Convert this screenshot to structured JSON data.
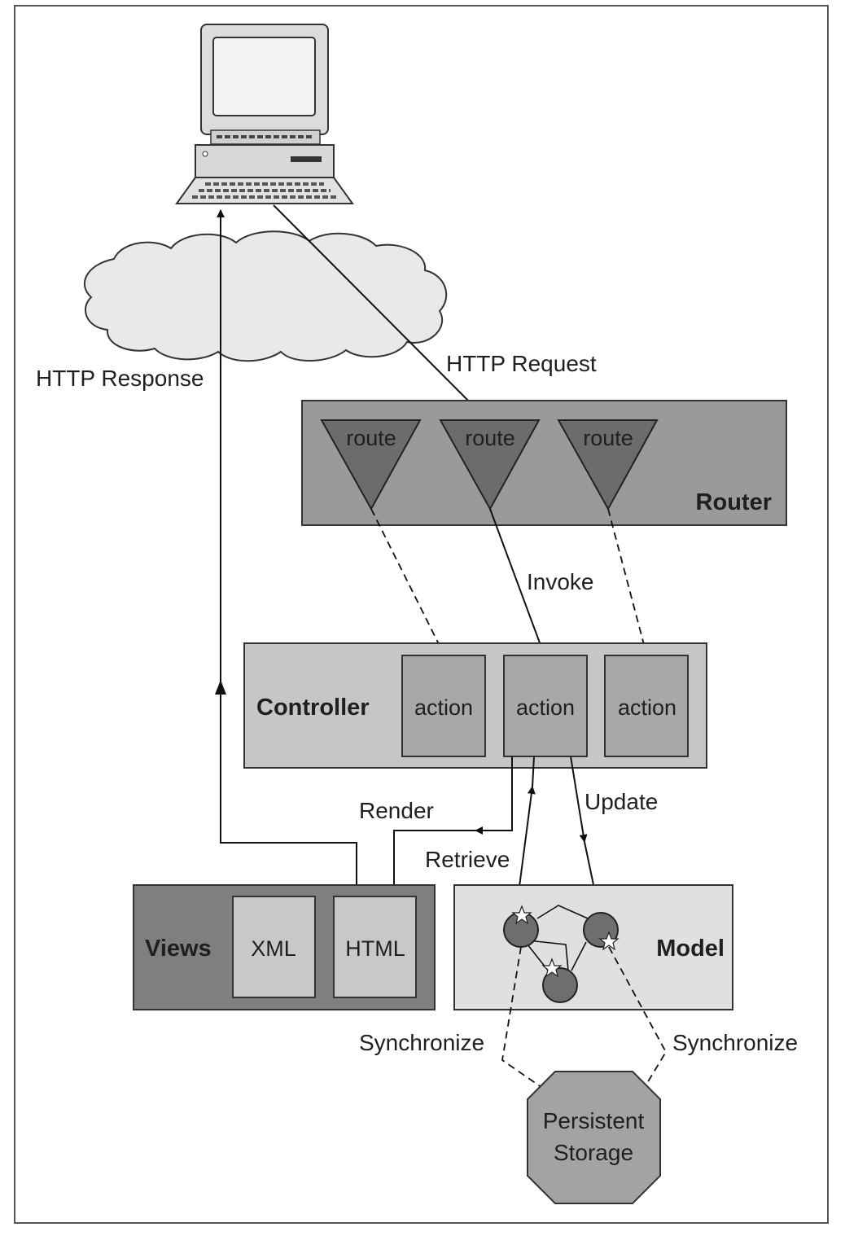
{
  "labels": {
    "http_response": "HTTP Response",
    "http_request": "HTTP Request",
    "route_1": "route",
    "route_2": "route",
    "route_3": "route",
    "router": "Router",
    "invoke": "Invoke",
    "controller": "Controller",
    "action_1": "action",
    "action_2": "action",
    "action_3": "action",
    "render": "Render",
    "update": "Update",
    "retrieve": "Retrieve",
    "views": "Views",
    "xml": "XML",
    "html": "HTML",
    "model": "Model",
    "synchronize_left": "Synchronize",
    "synchronize_right": "Synchronize",
    "storage_line1": "Persistent",
    "storage_line2": "Storage"
  },
  "colors": {
    "router_fill": "#9a9a9a",
    "route_fill": "#6c6c6c",
    "controller_fill": "#c6c6c6",
    "action_fill": "#a8a8a8",
    "views_fill": "#7f7f7f",
    "views_item_fill": "#c8c8c8",
    "model_fill": "#e0e0e0",
    "model_node_fill": "#6e6e6e",
    "storage_fill": "#a3a3a3",
    "cloud_fill": "#e9e9e9"
  }
}
